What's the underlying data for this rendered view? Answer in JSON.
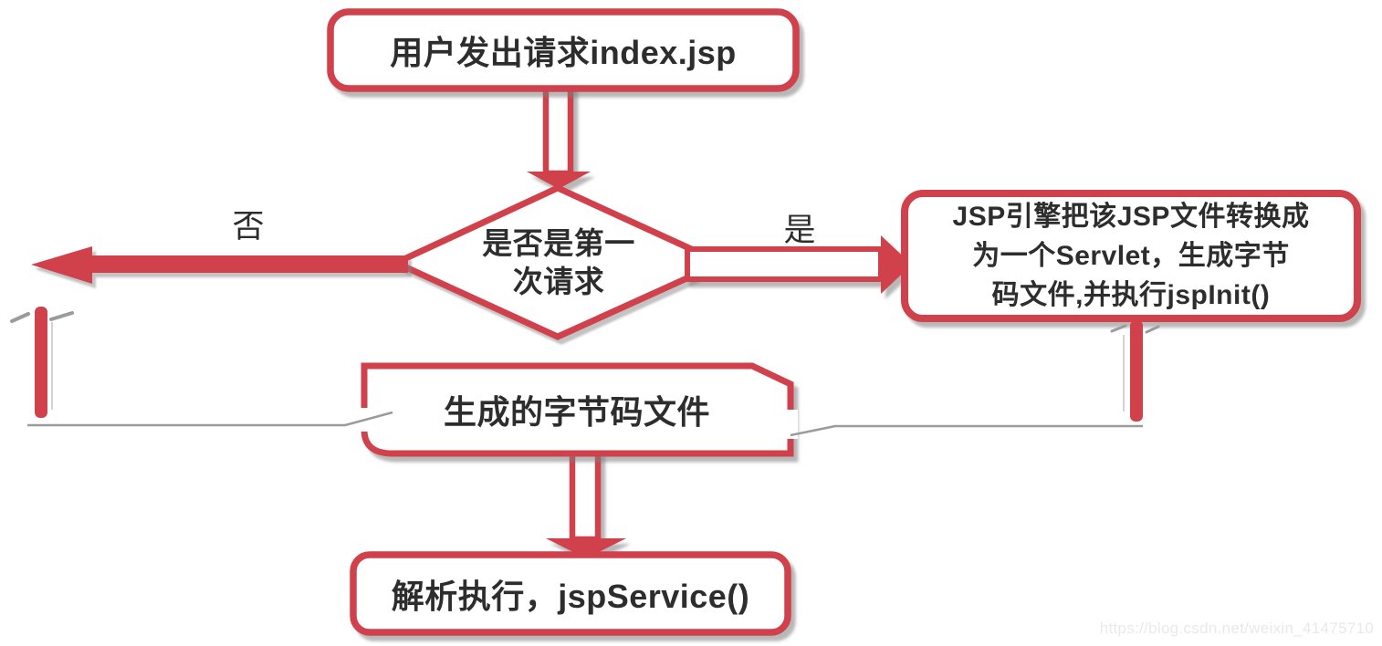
{
  "colors": {
    "accent_red": "#d0414c",
    "text_color": "#2d2d2d",
    "connector_gray": "#9b9b9b",
    "watermark_gray": "#e9e9e9",
    "background": "#ffffff"
  },
  "nodes": {
    "user_request": {
      "label": "用户发出请求index.jsp"
    },
    "decision": {
      "label": "是否是第一\n次请求"
    },
    "jsp_engine": {
      "label": "JSP引擎把该JSP文件转换成\n为一个Servlet，生成字节\n码文件,并执行jspInit()"
    },
    "bytecode": {
      "label": "生成的字节码文件"
    },
    "execute": {
      "label": "解析执行，jspService()"
    }
  },
  "edges": {
    "no_label": "否",
    "yes_label": "是"
  },
  "watermark": {
    "text": "https://blog.csdn.net/weixin_41475710"
  }
}
